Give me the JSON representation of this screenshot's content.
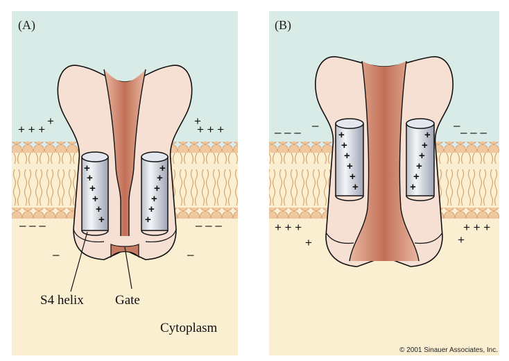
{
  "panels": [
    {
      "label": "(A)",
      "top_left_charges": "+ + +",
      "top_left_extra": "+",
      "top_right_charges": "+ + +",
      "top_right_extra": "+",
      "bottom_left_charges": "– – –",
      "bottom_right_charges": "– – –",
      "lower_left_charge": "–",
      "lower_right_charge": "–",
      "helix_charge": "+",
      "s4_label": "S4 helix",
      "gate_label": "Gate",
      "cytoplasm_label": "Cytoplasm"
    },
    {
      "label": "(B)",
      "top_left_charges": "– – –",
      "top_left_extra": "–",
      "top_right_charges": "– – –",
      "top_right_extra": "–",
      "bottom_left_charges": "+ + +",
      "bottom_right_charges": "+ + +",
      "lower_left_charge": "+",
      "lower_right_charge": "+",
      "helix_charge": "+"
    }
  ],
  "copyright": "© 2001 Sinauer Associates, Inc.",
  "colors": {
    "extracellular": "#d8ebe6",
    "cytoplasm": "#fbefd2",
    "lipid_head": "#efc8a0",
    "protein_light": "#f6e0d4",
    "protein_dark": "#c67b62",
    "helix": "#e3e6ec"
  }
}
